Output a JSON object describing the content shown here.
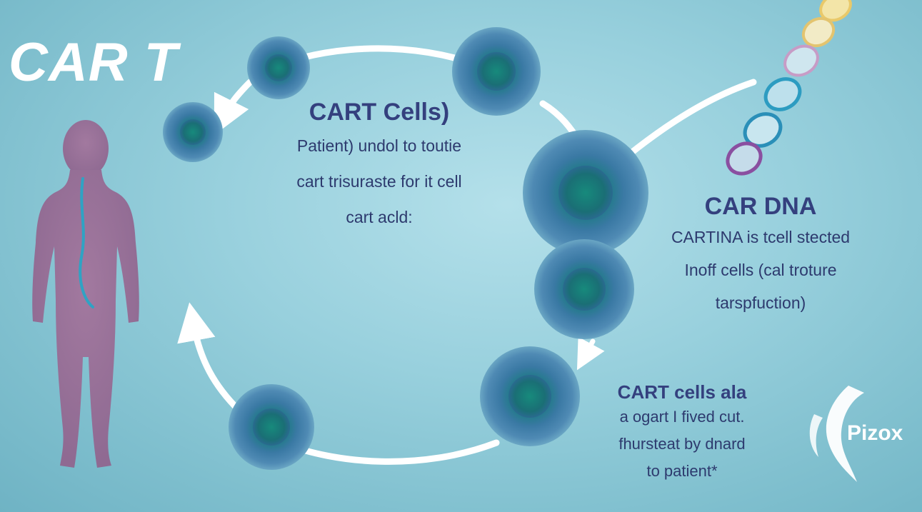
{
  "title": "CAR T",
  "step_top": {
    "heading": "CART Cells)",
    "lines": [
      "Patient) undol to toutie",
      "cart trisuraste for it cell",
      "cart acld:"
    ]
  },
  "step_right": {
    "heading": "CAR DNA",
    "lines": [
      "CARTINA is tcell stected",
      "Inoff cells (cal troture",
      "tarspfuction)"
    ]
  },
  "step_bottom": {
    "heading": "CART cells ala",
    "lines": [
      "a ogart I fived cut.",
      "fhursteat by dnard",
      "to patient*"
    ]
  },
  "logo": {
    "text": "Pizox"
  },
  "colors": {
    "cell_outer": "#3f7fa8",
    "cell_core": "#1f7f86",
    "arrow": "#ffffff",
    "silhouette": "#9a6f95",
    "caption": "#2f3a78"
  }
}
